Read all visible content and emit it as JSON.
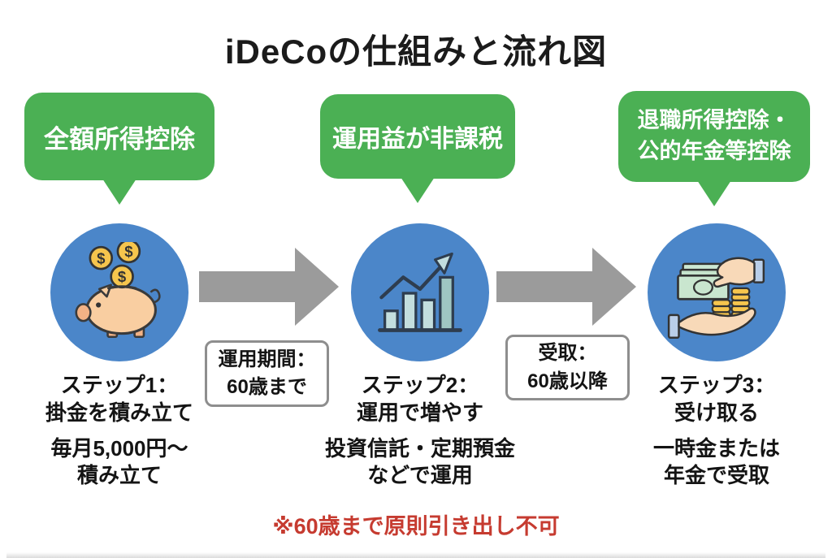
{
  "title": "iDeCoの仕組みと流れ図",
  "benefit_bubbles": [
    {
      "lines": [
        "全額所得控除"
      ]
    },
    {
      "lines": [
        "運用益が非課税"
      ]
    },
    {
      "lines": [
        "退職所得控除・",
        "公的年金等控除"
      ]
    }
  ],
  "steps": [
    {
      "icon": "piggy-bank-icon",
      "title": [
        "ステップ1：",
        "掛金を積み立て"
      ],
      "desc": [
        "毎月5,000円〜",
        "積み立て"
      ]
    },
    {
      "icon": "growth-chart-icon",
      "title": [
        "ステップ2：",
        "運用で増やす"
      ],
      "desc": [
        "投資信託・定期預金",
        "などで運用"
      ]
    },
    {
      "icon": "receive-money-icon",
      "title": [
        "ステップ3：",
        "受け取る"
      ],
      "desc": [
        "一時金または",
        "年金で受取"
      ]
    }
  ],
  "connector_labels": [
    {
      "lines": [
        "運用期間：",
        "60歳まで"
      ]
    },
    {
      "lines": [
        "受取：",
        "60歳以降"
      ]
    }
  ],
  "footnote": "※60歳まで原則引き出し不可",
  "icons": {
    "coin_symbol": "$"
  },
  "colors": {
    "bubble_green": "#4bb054",
    "circle_blue": "#4b86c9",
    "arrow_gray": "#9b9b9b",
    "note_red": "#c63b30",
    "box_border": "#8e8e8e"
  }
}
